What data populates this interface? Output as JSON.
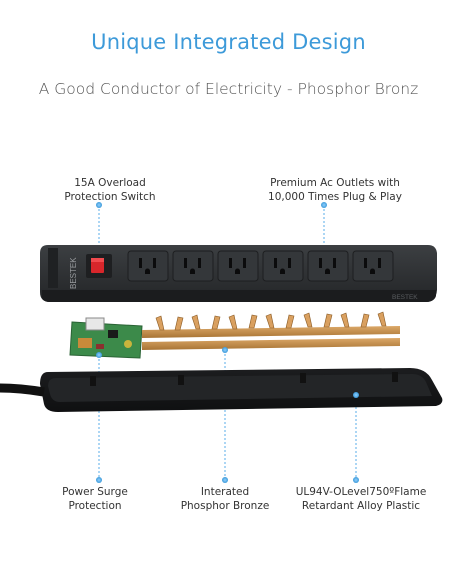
{
  "headline": "Unique Integrated Design",
  "subheadline": "A Good Conductor of Electricity - Phosphor Bronz",
  "brand_logo_text": "BESTEK",
  "callouts": {
    "overload_switch": {
      "line1": "15A Overload",
      "line2": "Protection Switch"
    },
    "outlets": {
      "line1": "Premium Ac Outlets with",
      "line2": "10,000 Times Plug & Play"
    },
    "surge": {
      "line1": "Power Surge",
      "line2": "Protection"
    },
    "bronze": {
      "line1": "Interated",
      "line2": "Phosphor Bronze"
    },
    "plastic": {
      "line1": "UL94V-OLevel750ºFlame",
      "line2": "Retardant Alloy Plastic"
    }
  },
  "colors": {
    "accent": "#3d9ad9",
    "strip_body": "#2f3133",
    "switch_red": "#d8262b",
    "bronze": "#c8924e",
    "pcb_green": "#3c8a4a"
  },
  "icons": [
    "outlet-icon",
    "rocker-switch-icon",
    "circuit-board-icon",
    "bronze-bar-icon",
    "power-cord-icon"
  ]
}
